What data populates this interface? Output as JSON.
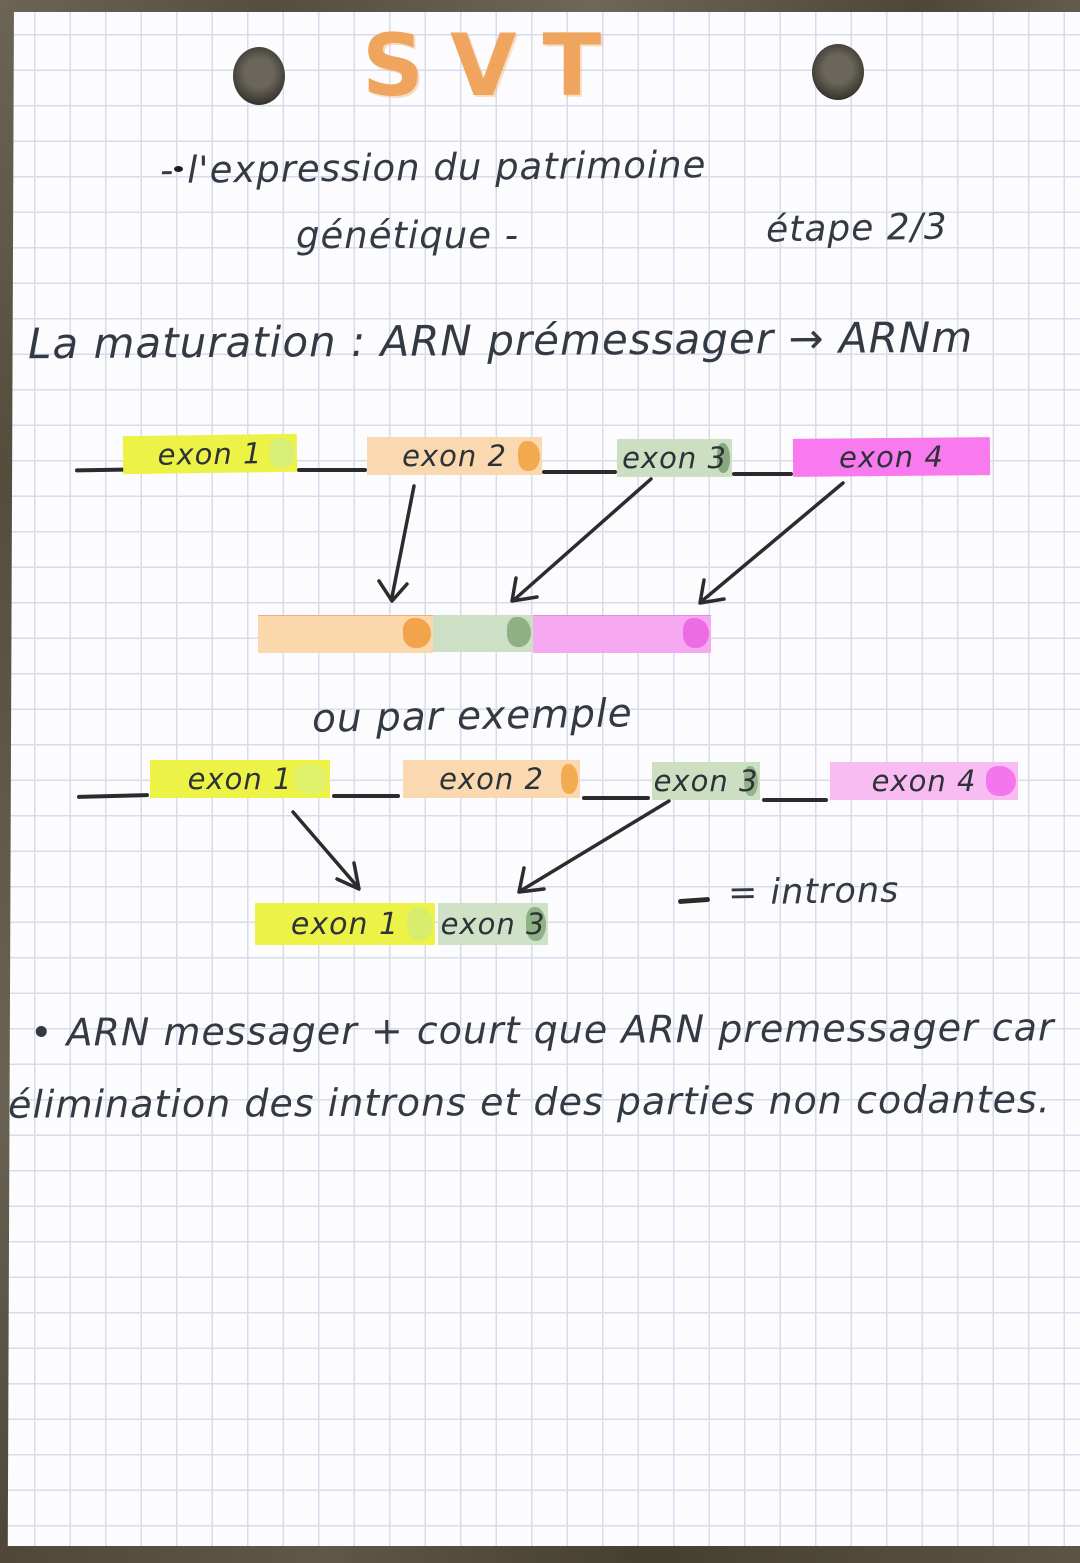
{
  "page": {
    "title": "SVT",
    "topic_line1": "- l'expression du patrimoine",
    "topic_line2": "génétique -",
    "stage": "étape 2/3",
    "heading": "La maturation : ARN prémessager → ARNm",
    "alt_intro": "ou par exemple"
  },
  "diagram_pre_arnm": {
    "exons": [
      {
        "label": "exon 1",
        "highlight_color": "#edf346"
      },
      {
        "label": "exon 2",
        "highlight_color": "#fbd9b0"
      },
      {
        "label": "exon 3",
        "highlight_color": "#ccdfc3"
      },
      {
        "label": "exon 4",
        "highlight_color": "#f87aee"
      }
    ],
    "spliced_bar_segments": [
      {
        "from": "exon 2",
        "color": "#fbd8ac"
      },
      {
        "from": "exon 3",
        "color": "#cde0c5"
      },
      {
        "from": "exon 4",
        "color": "#f6a8f1"
      }
    ]
  },
  "diagram_alternative": {
    "exons": [
      {
        "label": "exon 1",
        "highlight_color": "#edf346"
      },
      {
        "label": "exon 2",
        "highlight_color": "#fbd9b0"
      },
      {
        "label": "exon 3",
        "highlight_color": "#ccdfc3"
      },
      {
        "label": "exon 4",
        "highlight_color": "#f8bcf3"
      }
    ],
    "result_bar_segments": [
      {
        "label": "exon 1",
        "color": "#edf346"
      },
      {
        "label": "exon 3",
        "color": "#cfe2c8"
      }
    ]
  },
  "legend": {
    "symbol": "—",
    "definition": "= introns"
  },
  "notes": {
    "line1": "• ARN messager + court que ARN premessager car",
    "line2": "élimination des introns et des parties non codantes."
  },
  "colors": {
    "marker_title": "#efa55e",
    "ink": "#343a42",
    "grid_line": "#d8dbeb",
    "paper": "#fcfcfe",
    "board_edge": "#5d5545",
    "highlight_yellow": "#edf346",
    "highlight_peach": "#fbd9b0",
    "highlight_green": "#ccdfc3",
    "highlight_pink_vivid": "#f87aee",
    "highlight_pink_light": "#f8bcf3"
  }
}
